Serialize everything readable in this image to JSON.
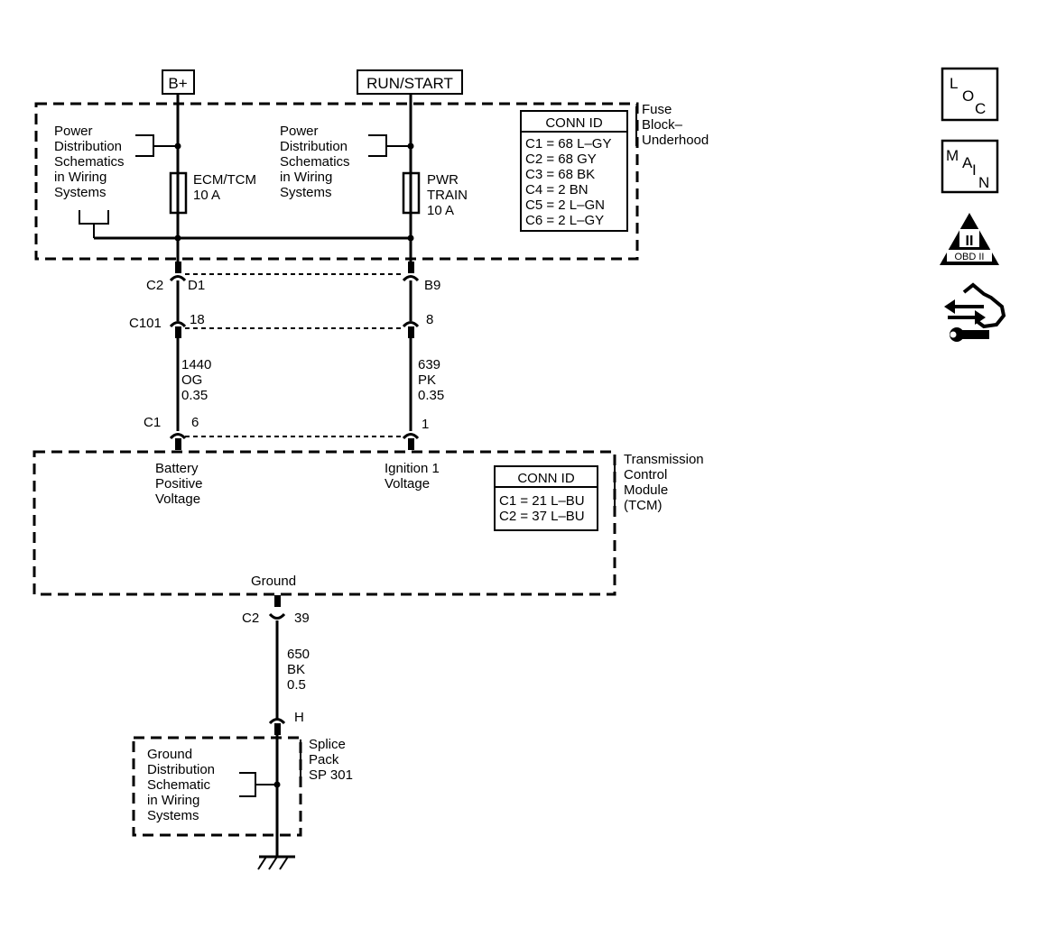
{
  "supplies": {
    "batt": "B+",
    "run": "RUN/START"
  },
  "fuse_block": {
    "label": [
      "Fuse",
      "Block–",
      "Underhood"
    ],
    "conn_title": "CONN ID",
    "conn_rows": [
      "C1 = 68 L–GY",
      "C2 = 68 GY",
      "C3 = 68 BK",
      "C4 = 2 BN",
      "C5 = 2 L–GN",
      "C6 = 2 L–GY"
    ],
    "ref_left": [
      "Power",
      "Distribution",
      "Schematics",
      "in Wiring",
      "Systems"
    ],
    "ref_right": [
      "Power",
      "Distribution",
      "Schematics",
      "in Wiring",
      "Systems"
    ],
    "fuse_left": [
      "ECM/TCM",
      "10 A"
    ],
    "fuse_right": [
      "PWR",
      "TRAIN",
      "10 A"
    ]
  },
  "connectors": {
    "c2_name": "C2",
    "c2_left_pin": "D1",
    "c2_right_pin": "B9",
    "c101_name": "C101",
    "c101_left_pin": "18",
    "c101_right_pin": "8",
    "c1_name": "C1",
    "c1_left_pin": "6",
    "c1_right_pin": "1",
    "tcm_c2_name": "C2",
    "tcm_c2_pin": "39",
    "splice_pin": "H"
  },
  "wires": {
    "left": [
      "1440",
      "OG",
      "0.35"
    ],
    "right": [
      "639",
      "PK",
      "0.35"
    ],
    "ground": [
      "650",
      "BK",
      "0.5"
    ]
  },
  "tcm": {
    "label": [
      "Transmission",
      "Control",
      "Module",
      "(TCM)"
    ],
    "conn_title": "CONN ID",
    "conn_rows": [
      "C1 = 21 L–BU",
      "C2 = 37 L–BU"
    ],
    "batt_label": [
      "Battery",
      "Positive",
      "Voltage"
    ],
    "ign_label": [
      "Ignition 1",
      "Voltage"
    ],
    "ground_label": "Ground"
  },
  "splice": {
    "label": [
      "Splice",
      "Pack",
      "SP 301"
    ],
    "ref": [
      "Ground",
      "Distribution",
      "Schematic",
      "in Wiring",
      "Systems"
    ]
  },
  "icons": {
    "loc": [
      "L",
      "O",
      "C"
    ],
    "main": [
      "M",
      "A",
      "I",
      "N"
    ],
    "obd": [
      "II",
      "OBD II"
    ]
  }
}
